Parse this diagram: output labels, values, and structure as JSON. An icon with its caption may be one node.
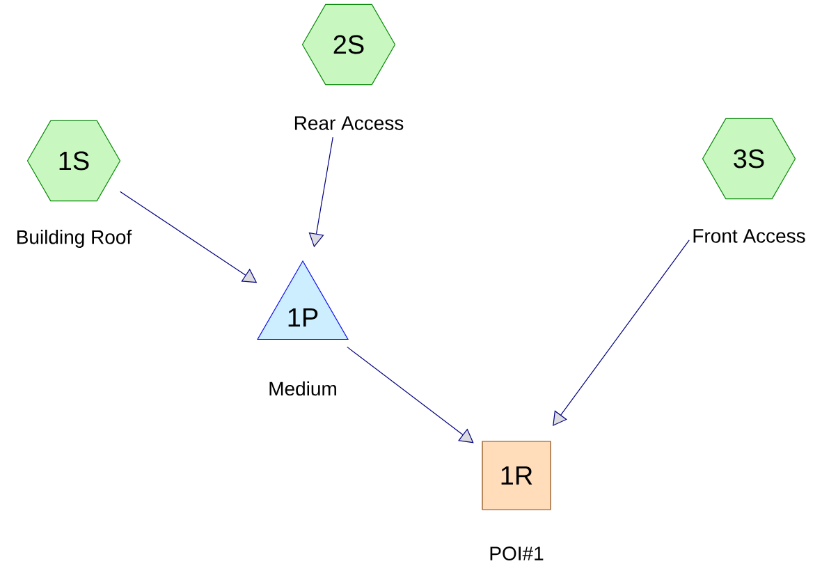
{
  "diagram": {
    "nodes": [
      {
        "text": [
          "1S"
        ],
        "beside": [
          "Building Roof"
        ]
      },
      {
        "text": [
          "2S"
        ],
        "beside": [
          "Rear Access"
        ]
      },
      {
        "text": [
          "3S"
        ],
        "beside": [
          "Front Access"
        ]
      },
      {
        "text": [
          "1P"
        ],
        "beside": [
          "Medium"
        ]
      },
      {
        "text": [
          "1R"
        ],
        "beside": [
          "POI#1"
        ]
      }
    ],
    "edges": [
      {
        "from": 0,
        "to": 3,
        "arrow": "to"
      },
      {
        "from": 1,
        "to": 3,
        "arrow": "to"
      },
      {
        "from": 3,
        "to": 4,
        "arrow": "to"
      },
      {
        "from": 2,
        "to": 4,
        "arrow": "to"
      }
    ]
  }
}
